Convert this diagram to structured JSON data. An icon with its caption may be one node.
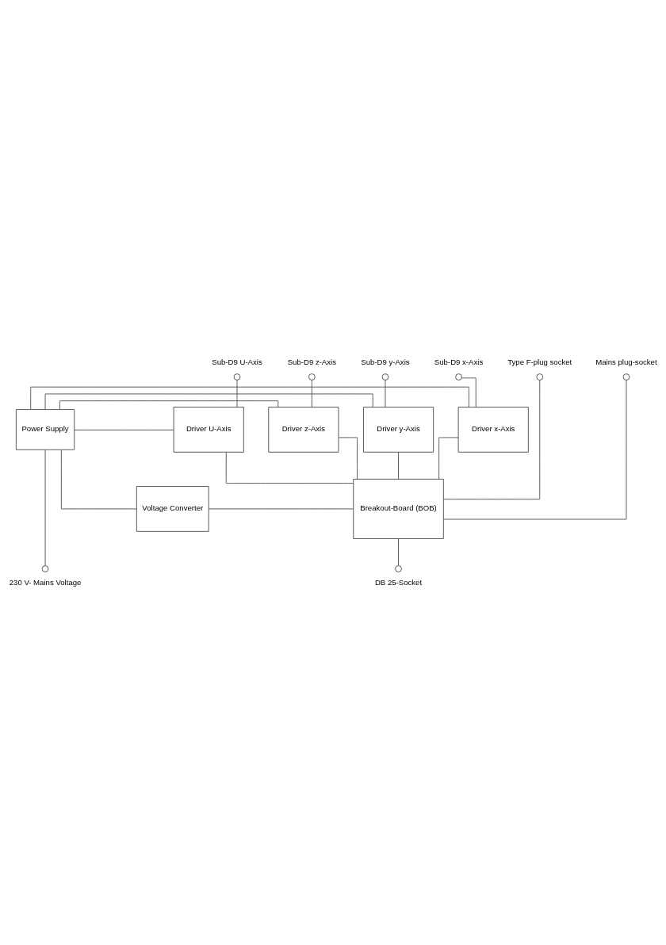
{
  "diagram": {
    "nodes": [
      {
        "text": [],
        "shape": "circle",
        "beside": [
          "Sub-D9 U-Axis"
        ]
      },
      {
        "text": [],
        "shape": "circle",
        "beside": [
          "Sub-D9 z-Axis"
        ]
      },
      {
        "text": [],
        "shape": "circle",
        "beside": [
          "Sub-D9 y-Axis"
        ]
      },
      {
        "text": [],
        "shape": "circle",
        "beside": [
          "Sub-D9 x-Axis"
        ]
      },
      {
        "text": [],
        "shape": "circle",
        "beside": [
          "Type F-plug socket"
        ]
      },
      {
        "text": [],
        "shape": "circle",
        "beside": [
          "Mains plug-socket"
        ]
      },
      {
        "text": [
          "Driver U-Axis"
        ]
      },
      {
        "text": [
          "Driver z-Axis"
        ]
      },
      {
        "text": [
          "Driver y-Axis"
        ]
      },
      {
        "text": [
          "Driver x-Axis"
        ]
      },
      {
        "text": [
          "Power Supply"
        ]
      },
      {
        "text": [
          "Voltage Converter"
        ]
      },
      {
        "text": [
          "Breakout-Board (BOB)"
        ]
      },
      {
        "text": [],
        "shape": "circle",
        "beside": [
          "230 V- Mains Voltage"
        ]
      },
      {
        "text": [],
        "shape": "circle",
        "beside": [
          "DB 25-Socket"
        ]
      }
    ],
    "edges": [
      {
        "from": 0,
        "to": 6,
        "arrow": "none"
      },
      {
        "from": 1,
        "to": 7,
        "arrow": "none"
      },
      {
        "from": 2,
        "to": 8,
        "arrow": "none"
      },
      {
        "from": 3,
        "to": 9,
        "arrow": "none"
      },
      {
        "from": 10,
        "to": 6,
        "arrow": "none"
      },
      {
        "from": 10,
        "to": 7,
        "arrow": "none"
      },
      {
        "from": 10,
        "to": 8,
        "arrow": "none"
      },
      {
        "from": 10,
        "to": 9,
        "arrow": "none"
      },
      {
        "from": 10,
        "to": 11,
        "arrow": "none"
      },
      {
        "from": 6,
        "to": 12,
        "arrow": "none"
      },
      {
        "from": 7,
        "to": 12,
        "arrow": "none"
      },
      {
        "from": 8,
        "to": 12,
        "arrow": "none"
      },
      {
        "from": 9,
        "to": 12,
        "arrow": "none"
      },
      {
        "from": 11,
        "to": 12,
        "arrow": "none"
      },
      {
        "from": 12,
        "to": 4,
        "arrow": "none"
      },
      {
        "from": 12,
        "to": 5,
        "arrow": "none"
      },
      {
        "from": 10,
        "to": 13,
        "arrow": "none"
      },
      {
        "from": 12,
        "to": 14,
        "arrow": "none"
      }
    ]
  }
}
